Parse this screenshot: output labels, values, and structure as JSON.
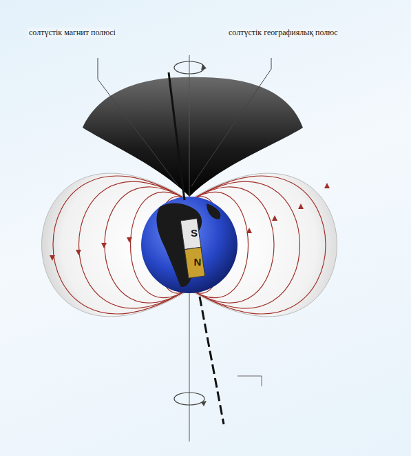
{
  "diagram": {
    "labels": [
      "солтүстік магнит полюсі",
      "солтүстік географиялық полюс",
      "S",
      "N"
    ]
  }
}
